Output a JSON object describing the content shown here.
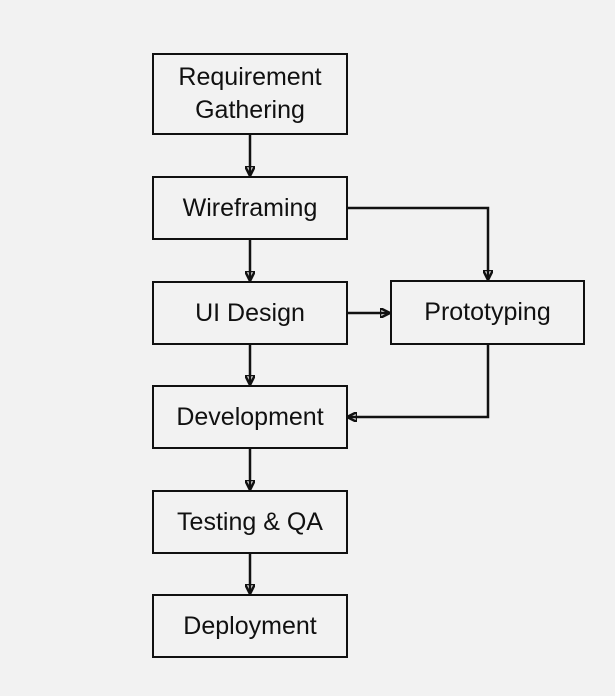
{
  "diagram": {
    "nodes": [
      {
        "id": "requirement",
        "label_line1": "Requirement",
        "label_line2": "Gathering"
      },
      {
        "id": "wireframing",
        "label": "Wireframing"
      },
      {
        "id": "ui_design",
        "label": "UI Design"
      },
      {
        "id": "prototyping",
        "label": "Prototyping"
      },
      {
        "id": "development",
        "label": "Development"
      },
      {
        "id": "testing",
        "label": "Testing & QA"
      },
      {
        "id": "deployment",
        "label": "Deployment"
      }
    ],
    "edges": [
      {
        "from": "requirement",
        "to": "wireframing"
      },
      {
        "from": "wireframing",
        "to": "ui_design"
      },
      {
        "from": "wireframing",
        "to": "prototyping"
      },
      {
        "from": "ui_design",
        "to": "prototyping"
      },
      {
        "from": "ui_design",
        "to": "development"
      },
      {
        "from": "prototyping",
        "to": "development"
      },
      {
        "from": "development",
        "to": "testing"
      },
      {
        "from": "testing",
        "to": "deployment"
      }
    ]
  }
}
